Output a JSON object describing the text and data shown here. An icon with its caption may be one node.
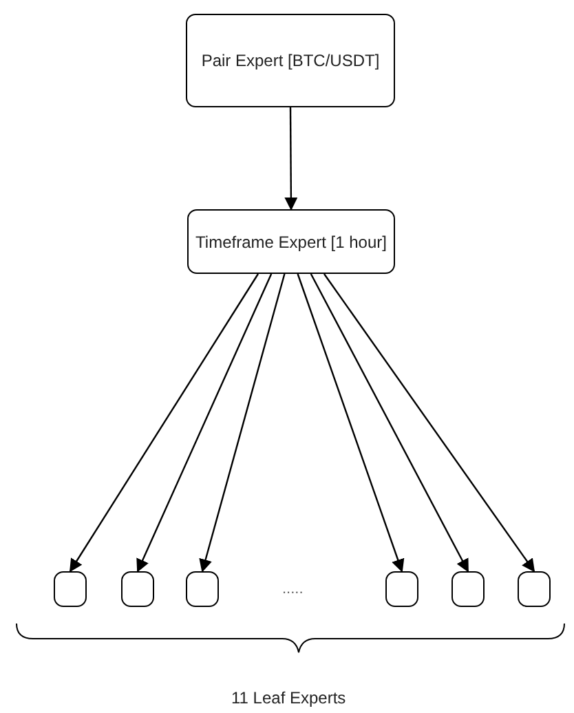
{
  "diagram": {
    "nodes": [
      {
        "text": [
          "Pair Expert [BTC/USDT]"
        ]
      },
      {
        "text": [
          "Timeframe Expert [1 hour]"
        ]
      },
      {
        "text": [],
        "shape": "box"
      },
      {
        "text": [],
        "shape": "box"
      },
      {
        "text": [],
        "shape": "box"
      },
      {
        "text": [],
        "shape": "box"
      },
      {
        "text": [],
        "shape": "box"
      },
      {
        "text": [],
        "shape": "box"
      }
    ],
    "edges": [
      {
        "from": 0,
        "to": 1,
        "arrow": "to"
      },
      {
        "from": 1,
        "to": 2,
        "arrow": "to"
      },
      {
        "from": 1,
        "to": 3,
        "arrow": "to"
      },
      {
        "from": 1,
        "to": 4,
        "arrow": "to"
      },
      {
        "from": 1,
        "to": 5,
        "arrow": "to"
      },
      {
        "from": 1,
        "to": 6,
        "arrow": "to"
      },
      {
        "from": 1,
        "to": 7,
        "arrow": "to"
      }
    ],
    "labels": [
      ".....",
      "11 Leaf Experts"
    ]
  }
}
